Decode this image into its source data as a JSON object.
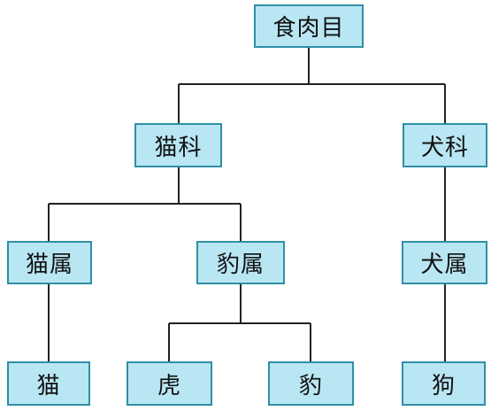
{
  "colors": {
    "box_fill": "#b9e6f3",
    "box_border": "#2f8fa5",
    "line": "#222222"
  },
  "nodes": {
    "root": "食肉目",
    "cat_family": "猫科",
    "dog_family": "犬科",
    "cat_genus": "猫属",
    "leopard_genus": "豹属",
    "dog_genus": "犬属",
    "cat": "猫",
    "tiger": "虎",
    "leopard": "豹",
    "dog": "狗"
  }
}
